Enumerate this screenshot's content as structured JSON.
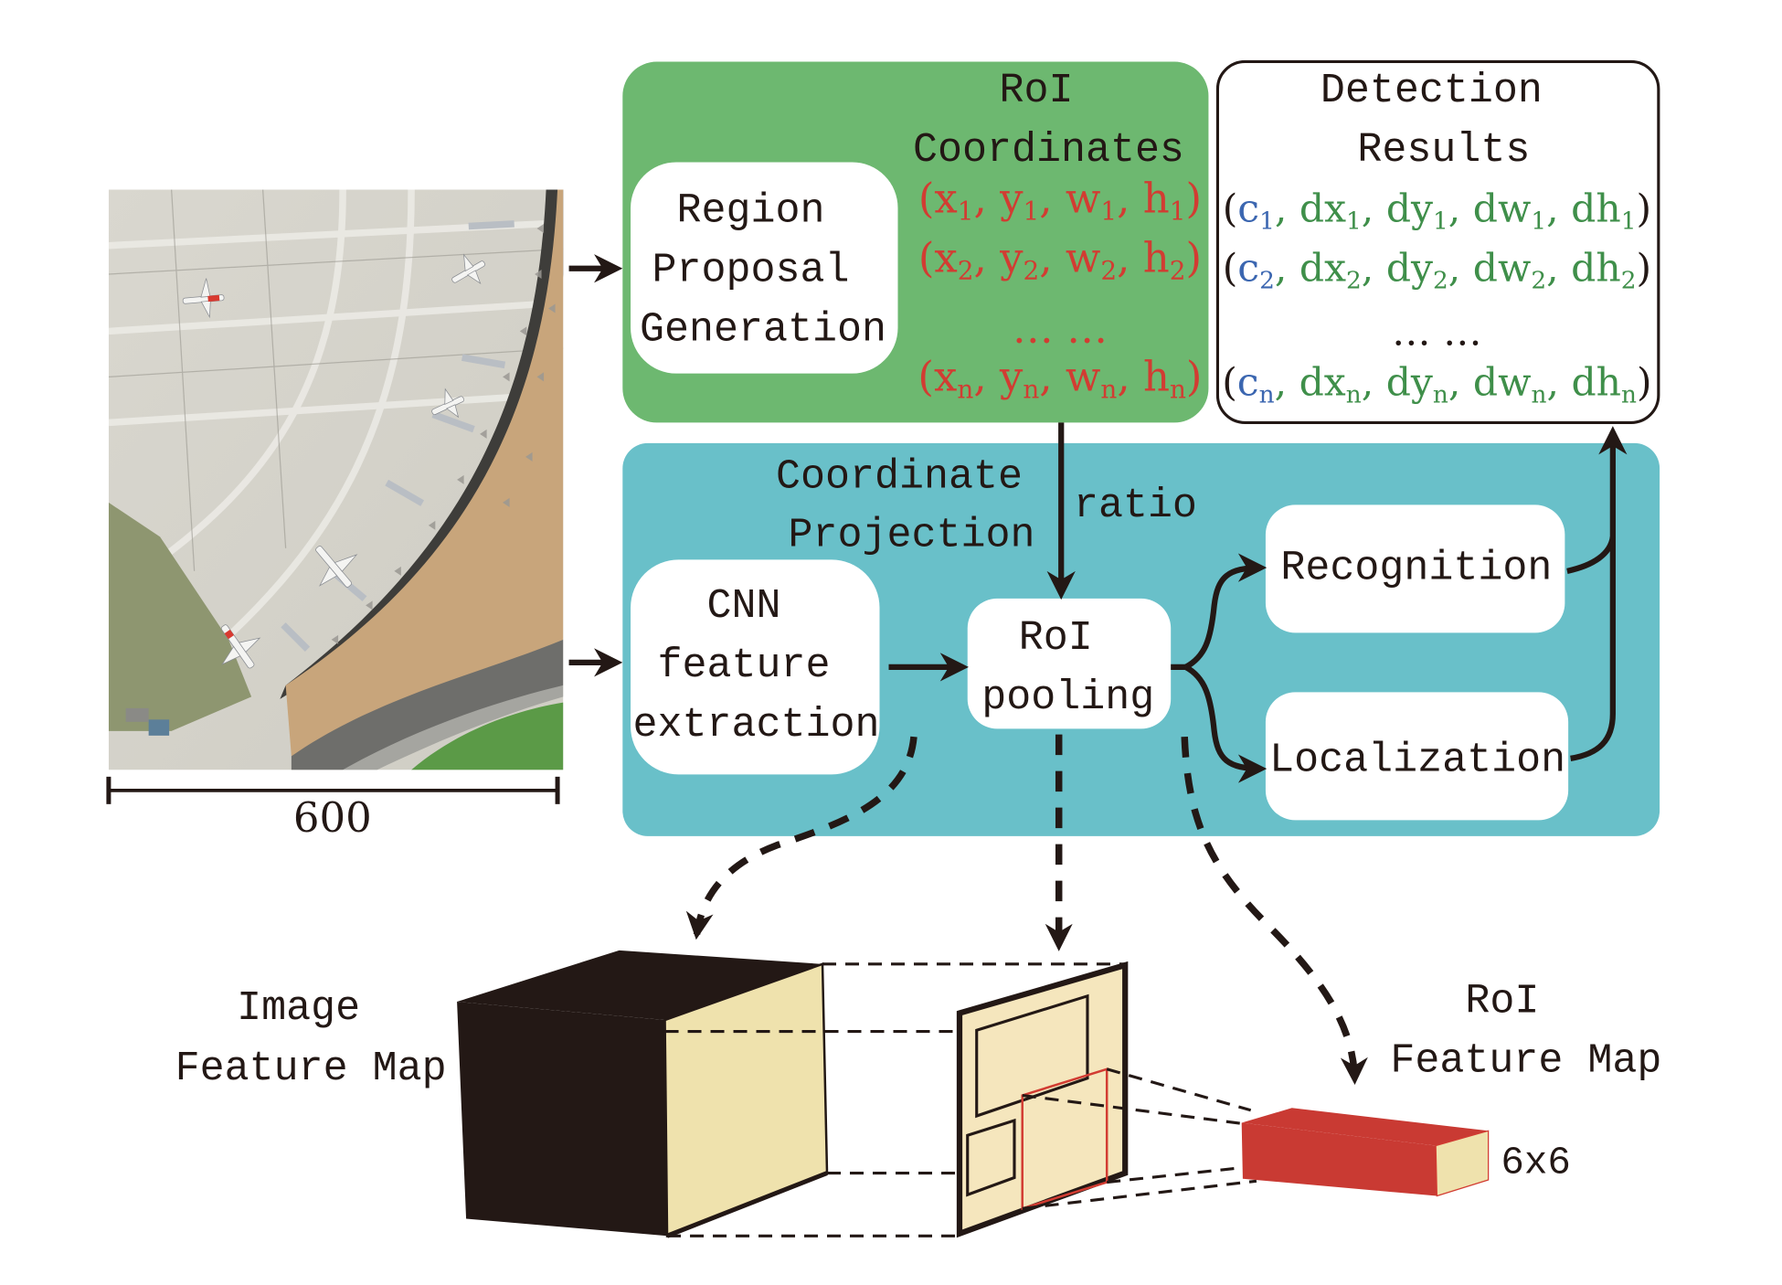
{
  "colors": {
    "rpn_panel": "#6db870",
    "head_panel": "#69c0c9",
    "node_fill": "#ffffff",
    "roi_coord_text": "#d23c32",
    "class_text": "#3b66b0",
    "offset_text": "#3f8f4a",
    "feature_face": "#efe2ad",
    "feature_dark": "#231815",
    "roi_block": "#c93a33"
  },
  "input_image": {
    "description": "aerial image of airport terminal with parked aircraft",
    "scale_label": "600"
  },
  "rpn_panel": {
    "node_label_lines": [
      "Region",
      "Proposal",
      "Generation"
    ],
    "coords_title_lines": [
      "RoI",
      "Coordinates"
    ],
    "coords": [
      {
        "items": [
          [
            "x",
            "1"
          ],
          [
            "y",
            "1"
          ],
          [
            "w",
            "1"
          ],
          [
            "h",
            "1"
          ]
        ]
      },
      {
        "items": [
          [
            "x",
            "2"
          ],
          [
            "y",
            "2"
          ],
          [
            "w",
            "2"
          ],
          [
            "h",
            "2"
          ]
        ]
      },
      {
        "ellipsis": "… …"
      },
      {
        "items": [
          [
            "x",
            "n"
          ],
          [
            "y",
            "n"
          ],
          [
            "w",
            "n"
          ],
          [
            "h",
            "n"
          ]
        ]
      }
    ]
  },
  "results_panel": {
    "title_lines": [
      "Detection",
      "Results"
    ],
    "rows": [
      {
        "cls": [
          "c",
          "1"
        ],
        "items": [
          [
            "dx",
            "1"
          ],
          [
            "dy",
            "1"
          ],
          [
            "dw",
            "1"
          ],
          [
            "dh",
            "1"
          ]
        ]
      },
      {
        "cls": [
          "c",
          "2"
        ],
        "items": [
          [
            "dx",
            "2"
          ],
          [
            "dy",
            "2"
          ],
          [
            "dw",
            "2"
          ],
          [
            "dh",
            "2"
          ]
        ]
      },
      {
        "ellipsis": "… …"
      },
      {
        "cls": [
          "c",
          "n"
        ],
        "items": [
          [
            "dx",
            "n"
          ],
          [
            "dy",
            "n"
          ],
          [
            "dw",
            "n"
          ],
          [
            "dh",
            "n"
          ]
        ]
      }
    ]
  },
  "head_panel": {
    "projection_label_lines": [
      "Coordinate",
      "Projection"
    ],
    "ratio_label": "ratio",
    "cnn_node_lines": [
      "CNN",
      "feature",
      "extraction"
    ],
    "roi_pool_lines": [
      "RoI",
      "pooling"
    ],
    "recognition_label": "Recognition",
    "localization_label": "Localization"
  },
  "bottom": {
    "image_feature_map_lines": [
      "Image",
      "Feature Map"
    ],
    "roi_feature_map_lines": [
      "RoI",
      "Feature Map"
    ],
    "roi_size_label": "6x6"
  }
}
